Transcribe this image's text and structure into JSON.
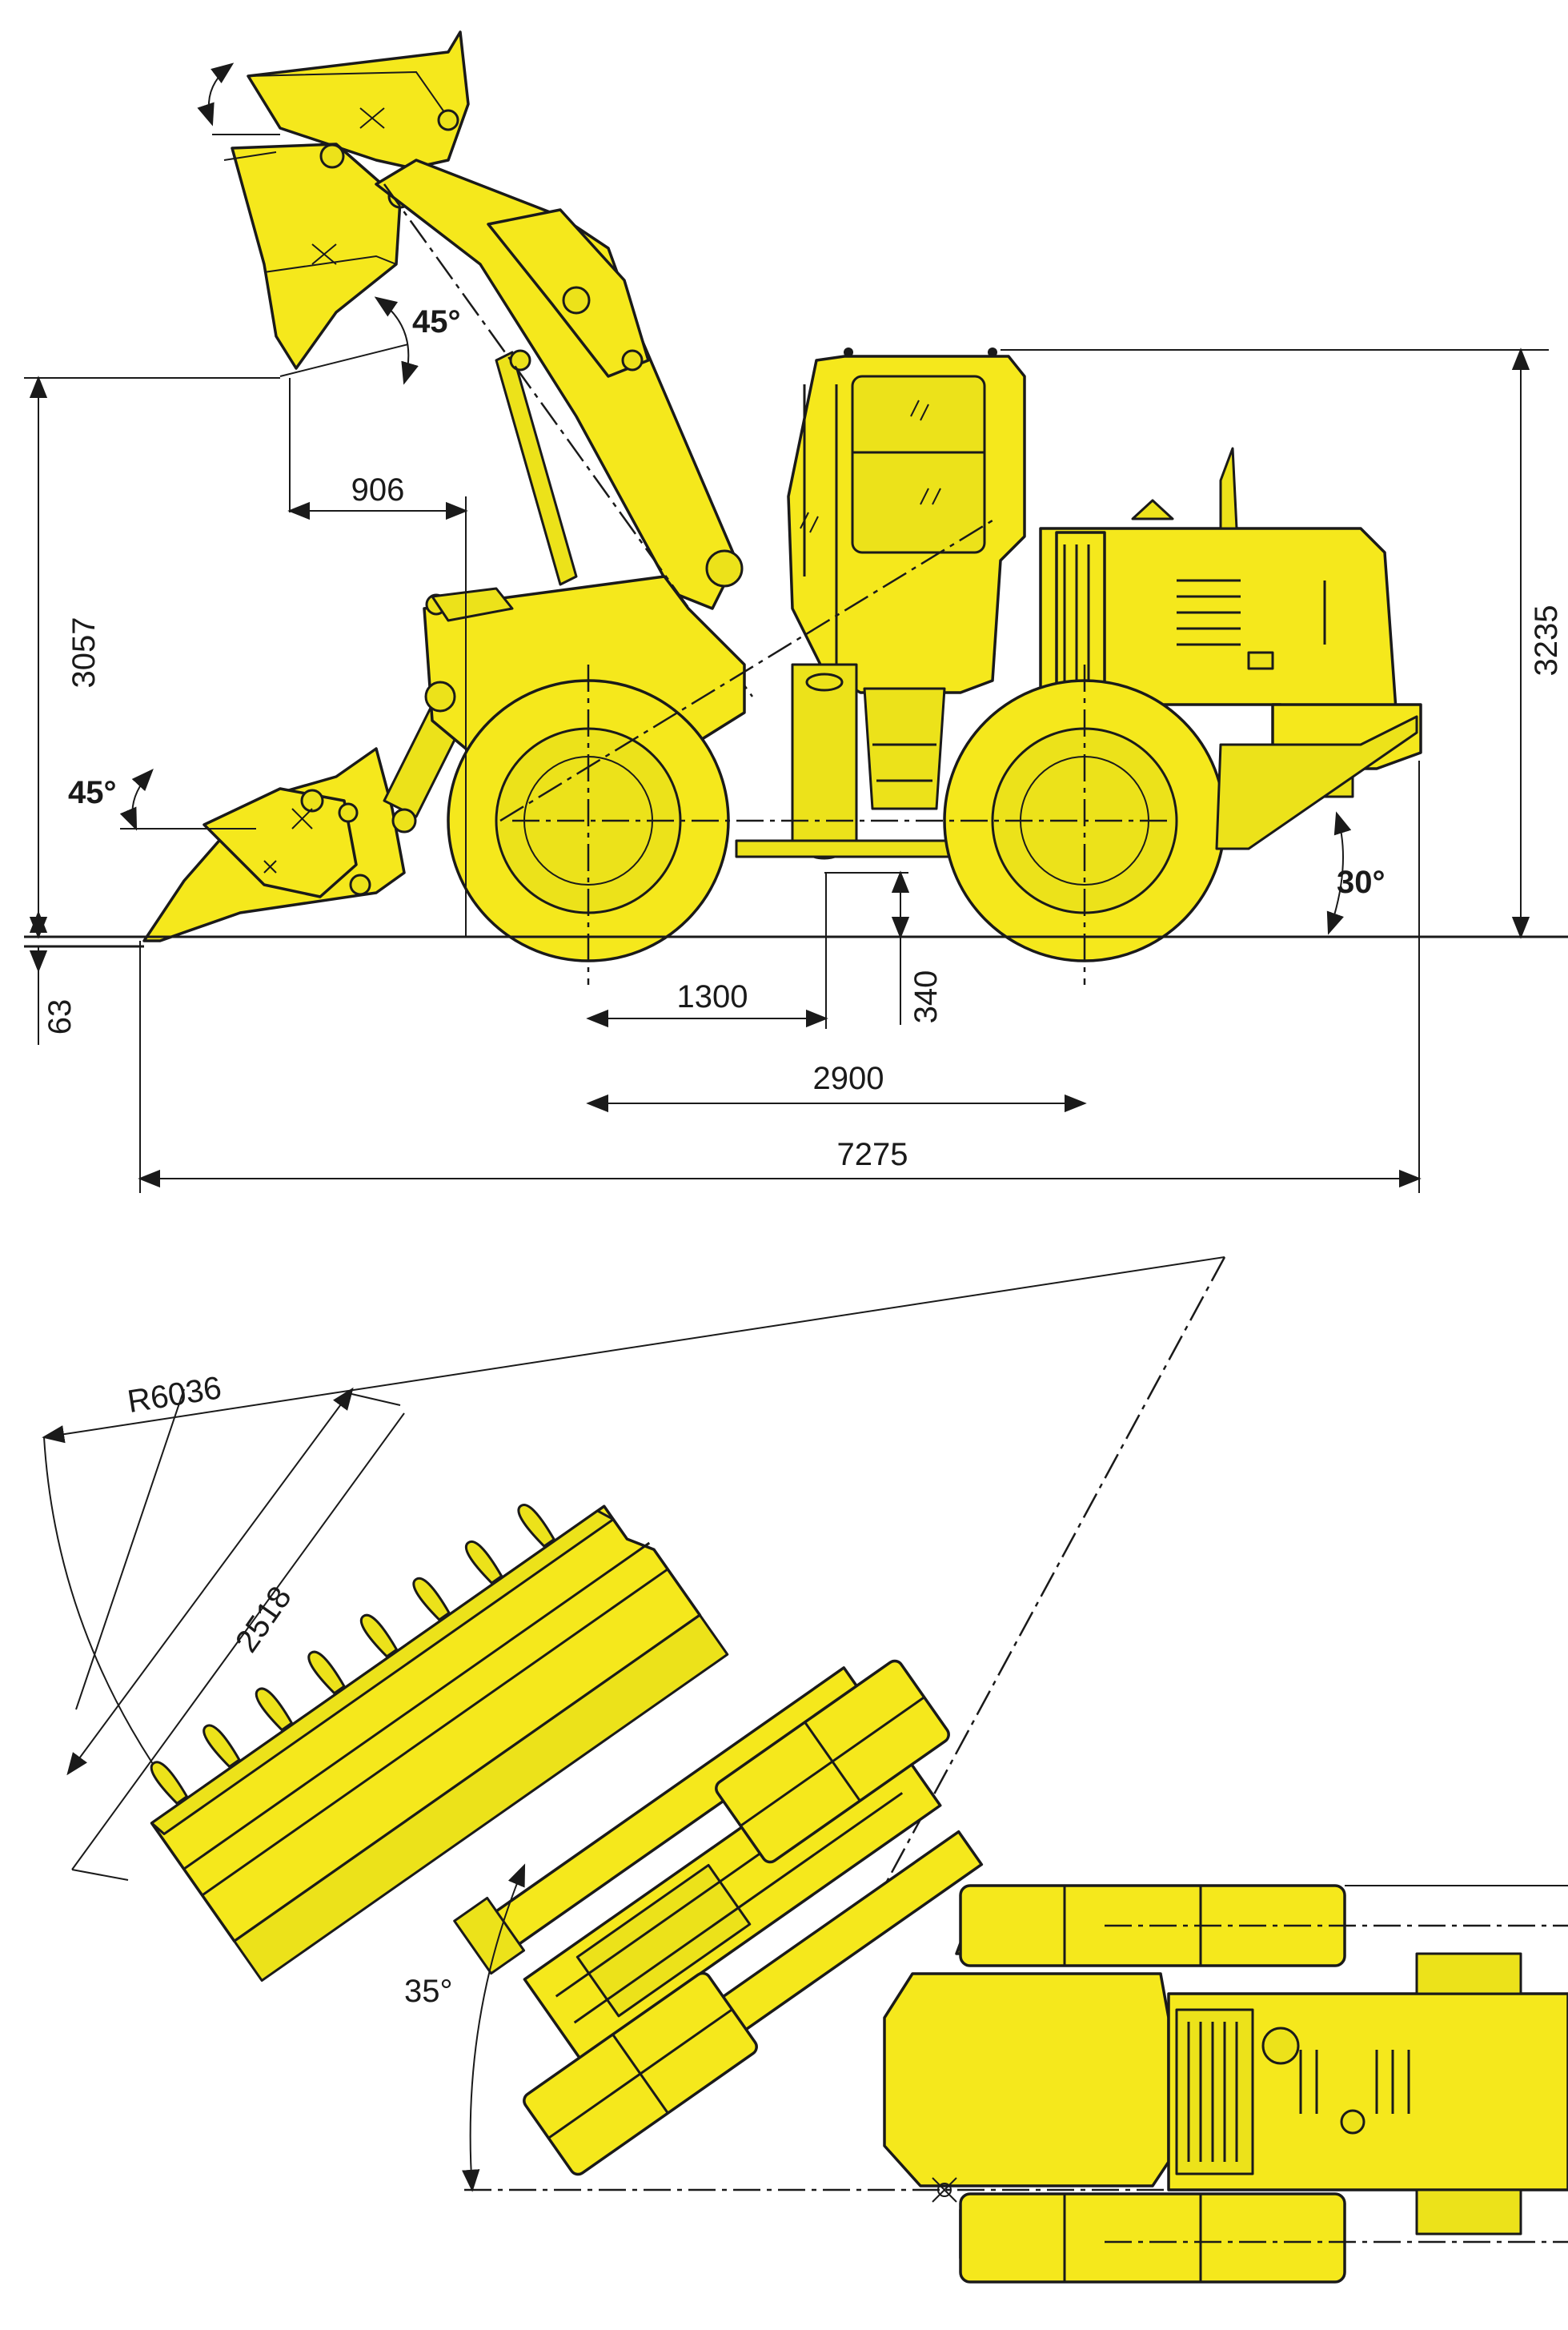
{
  "side_view": {
    "dimensions": {
      "dump_reach": "906",
      "dump_height": "3057",
      "dig_depth": "63",
      "bucket_angle_lowered": "45°",
      "bucket_angle_raised": "45°",
      "front_axle_to_pivot": "1300",
      "ground_clearance": "340",
      "wheelbase": "2900",
      "overall_length": "7275",
      "overall_height": "3235",
      "departure_angle": "30°"
    }
  },
  "top_view": {
    "dimensions": {
      "turning_radius": "R6036",
      "bucket_width": "2518",
      "articulation_angle": "35°"
    }
  },
  "colors": {
    "machine": "#f5e81c",
    "linework": "#1a1a1a",
    "background": "#ffffff"
  }
}
